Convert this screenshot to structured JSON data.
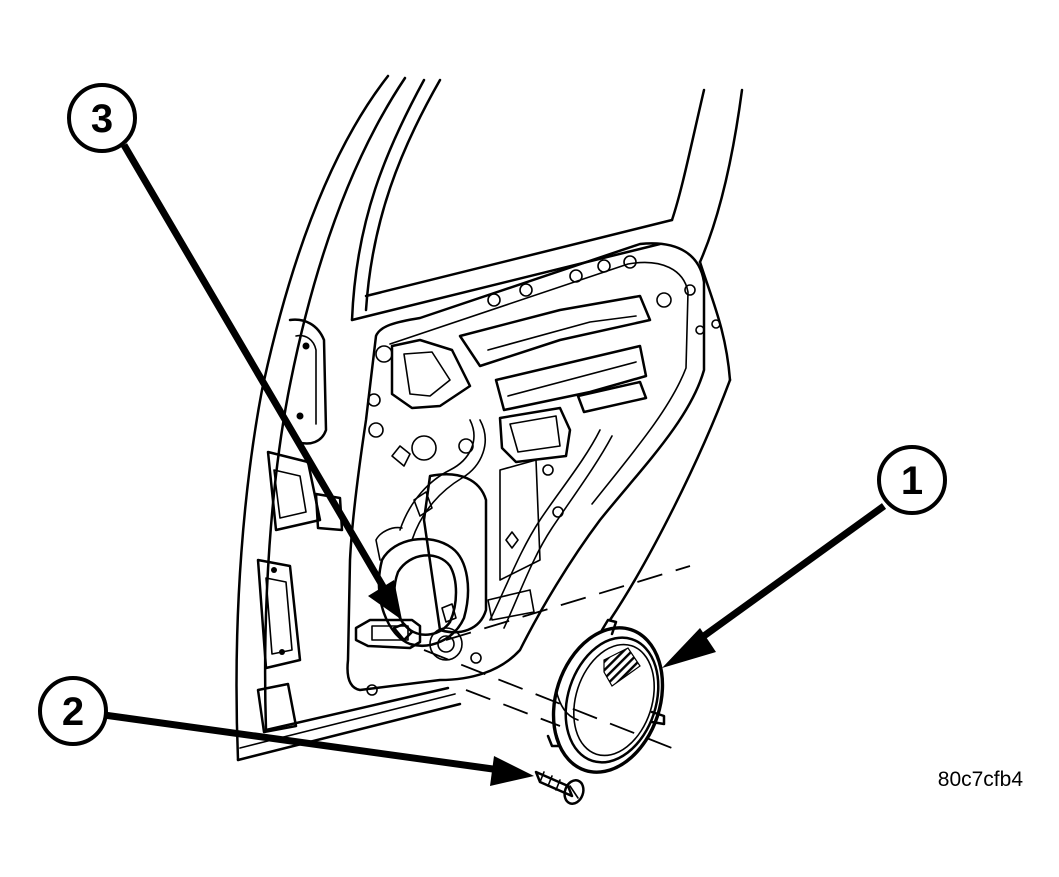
{
  "callouts": [
    {
      "id": "1",
      "label": "1",
      "target": "speaker"
    },
    {
      "id": "2",
      "label": "2",
      "target": "screw"
    },
    {
      "id": "3",
      "label": "3",
      "target": "speaker-connector"
    }
  ],
  "reference_code": "80c7cfb4"
}
